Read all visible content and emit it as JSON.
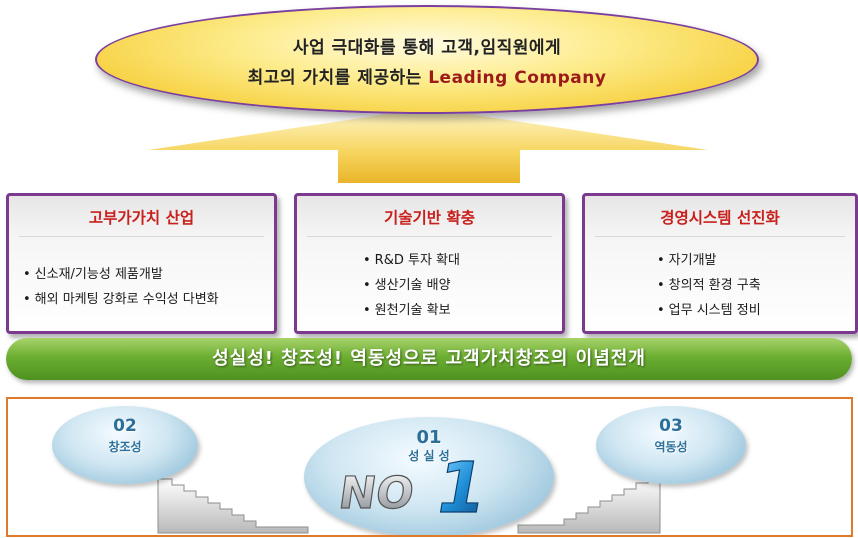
{
  "vision": {
    "line1": "사업 극대화를 통해 고객,임직원에게",
    "line2_prefix": "최고의 가치를 제공하는 ",
    "line2_accent": "Leading Company"
  },
  "boxes": [
    {
      "title": "고부가가치 산업",
      "items": [
        "신소재/기능성 제품개발",
        "해외 마케팅 강화로 수익성 다변화"
      ]
    },
    {
      "title": "기술기반 확충",
      "items": [
        "R&D 투자 확대",
        "생산기술 배양",
        "원천기술 확보"
      ]
    },
    {
      "title": "경영시스템 선진화",
      "items": [
        "자기개발",
        "창의적 환경 구축",
        "업무 시스템 정비"
      ]
    }
  ],
  "slogan": "성실성! 창조성! 역동성으로 고객가치창조의 이념전개",
  "values": [
    {
      "num": "02",
      "label": "창조성"
    },
    {
      "num": "01",
      "label": "성 실 성"
    },
    {
      "num": "03",
      "label": "역동성"
    }
  ],
  "badge": {
    "prefix": "NO",
    "digit": "1"
  },
  "colors": {
    "frame": "#7b3a8f",
    "title_red": "#c8201c",
    "green": "#6cae32",
    "panel_border": "#e07a2a",
    "circle_text": "#2b6f9a"
  }
}
